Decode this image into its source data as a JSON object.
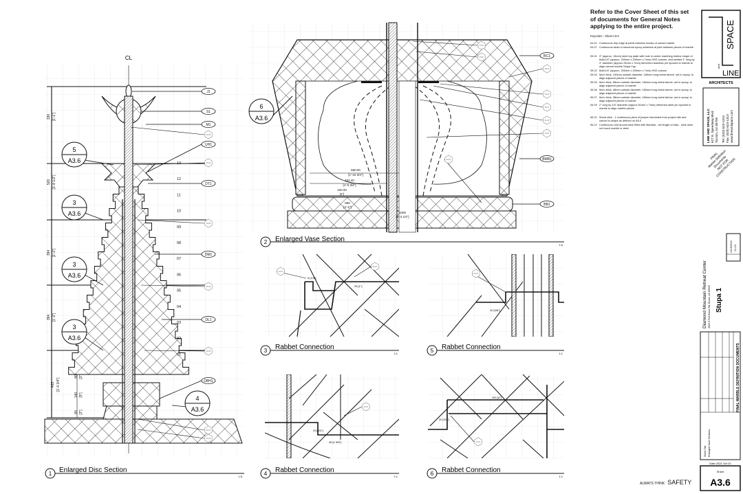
{
  "notes": {
    "heading": "Refer to the Cover Sheet of this set of documents for General Notes applying to the entire project.",
    "keynotes_title": "Keynotes - Sheet A3.6",
    "keynotes": [
      {
        "code": "04.02",
        "text": "Continuous drip edge at joints between blocks of carved marble"
      },
      {
        "code": "04.07",
        "text": "Continuous bead of structural epoxy adhesive at joint between pieces of marble"
      },
      {
        "code": "05.01",
        "text": "3\" (approx. 13mm) steel top plate with hole in center matching interior shape of 8x8x1/4\" (approx. 200mm x 200mm x 7mm) HSS column, and welded 1\" long by 3\" diameter (approx 25mm x 7mm) deformed stainless pin epoxied in marble to align carved marble Stupa Cap"
      },
      {
        "code": "05.02",
        "text": "8x8x1/4\" (approx. 200mm x 200mm x 7mm) HSS column"
      },
      {
        "code": "05.04",
        "text": "5mm thick, 130mm outside diameter, 180mm long metal sleeve, set in epoxy, to align adjacent pieces of marble"
      },
      {
        "code": "05.05",
        "text": "5mm thick, 58mm outside diameter, 180mm long metal sleeve, set in epoxy, to align adjacent pieces of marble"
      },
      {
        "code": "05.06",
        "text": "5mm thick, 48mm outside diameter, 180mm long metal sleeve, set in epoxy, to align adjacent pieces of marble"
      },
      {
        "code": "05.07",
        "text": "5mm thick, 38mm outside diameter, 180mm long metal sleeve, set in epoxy, to align adjacent pieces of marble"
      },
      {
        "code": "05.09",
        "text": "2\" long by 1/4\" diameter (approx 51mm x 7mm) deformed steel pin epoxied in marble to align marble pieces"
      },
      {
        "code": "06.21",
        "text": "Wood stick - 1 continuous piece of juniper harvested from project site and carved to shape as defined on A5.0"
      },
      {
        "code": "06.22",
        "text": "Continuous void around stick filled with Mantras - full length of stick - stick does not touch marble or steel"
      }
    ]
  },
  "title_block": {
    "logo_top": "SPACE",
    "logo_and": "and",
    "logo_bottom": "LINE",
    "logo_sub": "ARCHITECTS",
    "firm": "LINE AND SPACE, LLC",
    "address1": "627 E. Speedway Blvd.",
    "address2": "Tucson, AZ 85705",
    "tel": "Tel: (520) 623-1313",
    "fax": "Fax: (520) 623-1313",
    "web": "www.lineandspace.com",
    "stamp": [
      "FINAL",
      "Marble Definition",
      "Documents",
      "NOT FOR",
      "CONSTRUCTION"
    ],
    "revision_date": "12/18/2018",
    "revision_no": "21.10",
    "project": "Diamond Mountain Retreat Center",
    "project_address": "3500 S Fort Bowie Rd, Bowie, AZ 85605",
    "sheet_name": "Stupa 1",
    "phase": "FINAL MARBLE DEFINITION DOCUMENTS",
    "sheet_title_label": "Sheet Title",
    "sheet_title": "Enlarged Vase Sections",
    "date": "Date 2021 Oct 01",
    "sheet_label": "Sheet",
    "sheet_number": "A3.6"
  },
  "safety": {
    "small": "ALWAYS THINK",
    "big": "SAFETY"
  },
  "views": [
    {
      "num": "1",
      "title": "Enlarged Disc Section",
      "scale": "1:5"
    },
    {
      "num": "2",
      "title": "Enlarged Vase Section",
      "scale": "1:5"
    },
    {
      "num": "3",
      "title": "Rabbet Connection",
      "scale": "1:1"
    },
    {
      "num": "4",
      "title": "Rabbet Connection",
      "scale": "1:1"
    },
    {
      "num": "5",
      "title": "Rabbet Connection",
      "scale": "1:1"
    },
    {
      "num": "6",
      "title": "Rabbet Connection",
      "scale": "1:1"
    }
  ],
  "disc": {
    "centerline": "CL",
    "tags": [
      "J1",
      "S1",
      "M1",
      "UH1",
      "DT1",
      "DM1",
      "DL1",
      "DBH1"
    ],
    "keynote_tags": [
      "05.05",
      "05.06",
      "05.06",
      "05.06",
      "05.06",
      "05.07",
      "05.09"
    ],
    "levels": [
      "13",
      "12",
      "11",
      "10",
      "09",
      "08",
      "07",
      "06",
      "05",
      "04",
      "03",
      "02",
      "01"
    ],
    "callouts": [
      {
        "num": "5",
        "sheet": "A3.6"
      },
      {
        "num": "3",
        "sheet": "A3.6"
      },
      {
        "num": "3",
        "sheet": "A3.6"
      },
      {
        "num": "3",
        "sheet": "A3.6"
      },
      {
        "num": "4",
        "sheet": "A3.6"
      }
    ],
    "dims": [
      {
        "mm": "330",
        "imp": "[1'-1\"]"
      },
      {
        "mm": "520",
        "imp": "[1'-8 1/2\"]"
      },
      {
        "mm": "394",
        "imp": "[1'-3\"]"
      },
      {
        "mm": "394",
        "imp": "[1'-3\"]"
      },
      {
        "mm": "433",
        "imp": "[1'-4 3/4\"]"
      },
      {
        "mm": "80",
        "imp": "[3\"]"
      },
      {
        "mm": "140",
        "imp": "[5\"]"
      },
      {
        "mm": "80",
        "imp": "[3\"]"
      }
    ]
  },
  "vase": {
    "tags": [
      "BC1",
      "BMB1",
      "BB1"
    ],
    "keynote_tags": [
      "04.07",
      "05.01",
      "05.02",
      "05.04",
      "06.21",
      "06.22",
      "04.02",
      "04.07"
    ],
    "callout": {
      "num": "6",
      "sheet": "A3.6"
    },
    "dims": [
      {
        "mm": "580.00",
        "imp": "[1'-10 3/4\"]"
      },
      {
        "mm": "453.40",
        "imp": "[1'-5 3/4\"]"
      },
      {
        "mm": "100.00",
        "imp": "[4\"]"
      },
      {
        "mm": "660",
        "imp": "[2'-2\"]"
      },
      {
        "mm": "1000",
        "imp": "[3'-3 1/4\"]"
      }
    ]
  },
  "details": {
    "keynote_tag": "04.07",
    "dim3a": "5 [1/4\"]",
    "dim3b": "25 [1\"]",
    "dim5": "10 [3/8\"]",
    "dim4a": "20 [3/4\"]",
    "dim4b": "40 [1 5/8\"]",
    "dim6a": "100 [4\"]",
    "dim6b": "20 [3/4\"]"
  }
}
